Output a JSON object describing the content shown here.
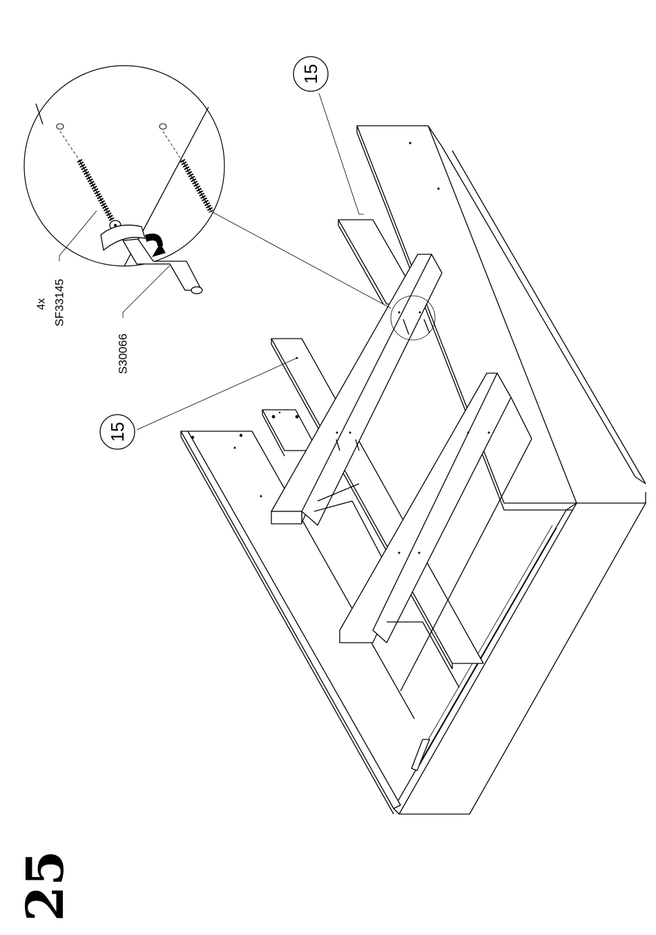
{
  "step": {
    "number": "25"
  },
  "callouts": {
    "part_top": "15",
    "part_left": "15"
  },
  "hardware": {
    "screw_qty": "4x",
    "screw_code": "SF33145",
    "tool_code": "S30066"
  }
}
